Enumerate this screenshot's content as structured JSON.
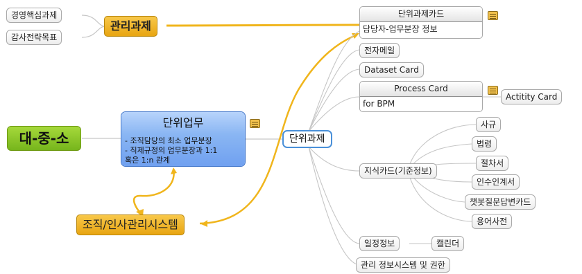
{
  "nodes": {
    "core_tasks": "경영핵심과제",
    "audit_goals": "감사전략목표",
    "managed_tasks": "관리과제",
    "hierarchy": "대-중-소",
    "unit_work": {
      "title": "단위업무",
      "line1": "- 조직담당의 최소 업무분장",
      "line2": "- 직제규정의 업무분장과 1:1",
      "line3": "혹은 1:n 관계"
    },
    "org_system": "조직/인사관리시스템",
    "unit_task": "단위과제",
    "unit_task_card": {
      "title": "단위과제카드",
      "body": "담당자-업무분장 정보"
    },
    "email": "전자메일",
    "dataset_card": "Dataset Card",
    "process_card": {
      "title": "Process Card",
      "body": "for BPM"
    },
    "activity_card": "Actitity Card",
    "knowledge_card": "지식카드(기준정보)",
    "knowledge_items": [
      "사규",
      "법령",
      "절차서",
      "인수인계서",
      "챗봇질문답변카드",
      "용어사전"
    ],
    "schedule": "일정정보",
    "calendar": "캘린더",
    "mgmt_system": "관리 정보시스템 및 권한"
  },
  "colors": {
    "gold_link": "#f0b51c",
    "gray_link": "#c6c6c6",
    "accent_blue": "#4a90d9",
    "green": "#8bc53f"
  }
}
